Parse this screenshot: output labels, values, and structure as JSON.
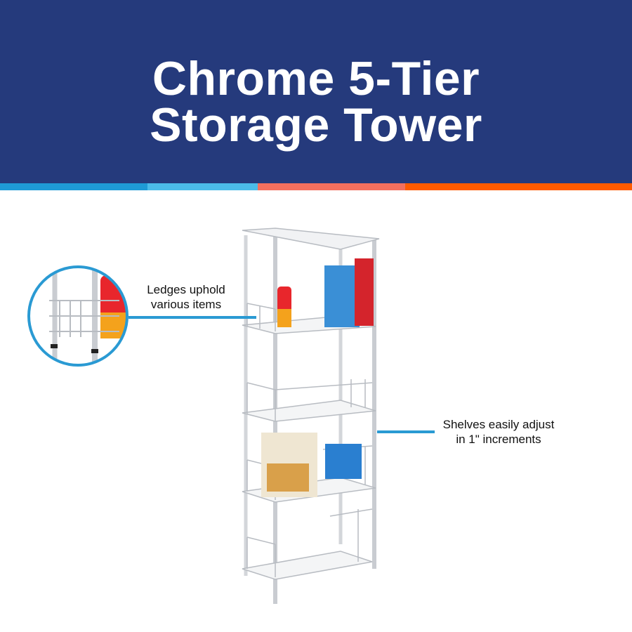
{
  "header": {
    "title_line1": "Chrome 5-Tier",
    "title_line2": "Storage Tower"
  },
  "colors": {
    "navy": "#253a7c",
    "stripe": [
      "#1e9ad6",
      "#4bbbe9",
      "#f36f5e",
      "#ff5a00"
    ],
    "callout_line": "#2a9ad3"
  },
  "callouts": [
    {
      "line1": "Ledges uphold",
      "line2": "various items"
    },
    {
      "line1": "Shelves easily adjust",
      "line2": "in 1\" increments"
    }
  ]
}
